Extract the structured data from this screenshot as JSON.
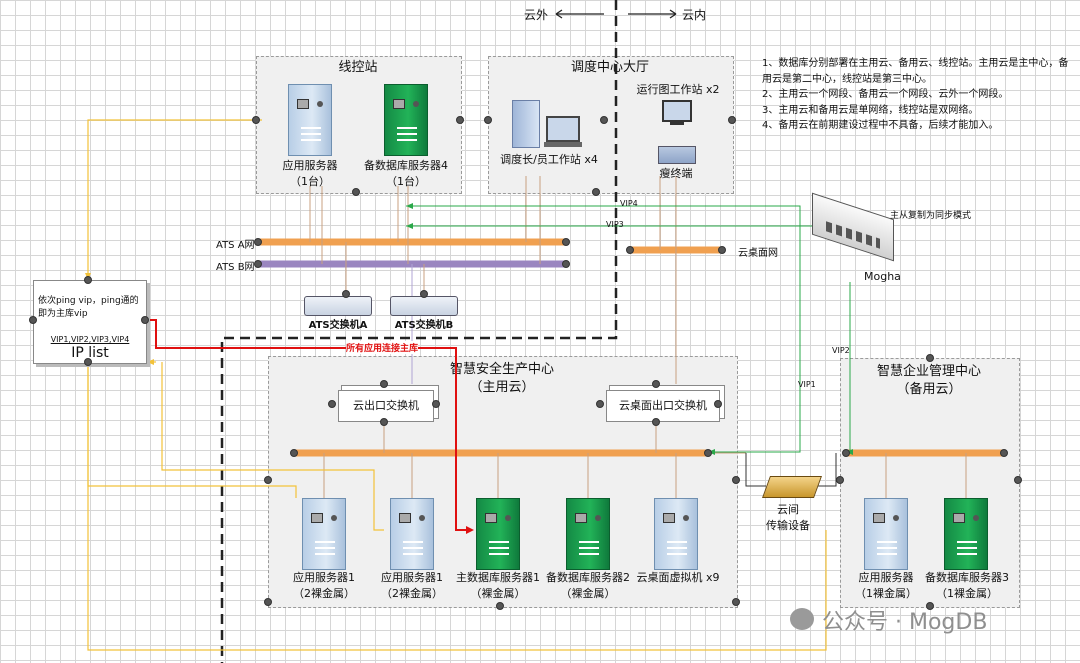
{
  "header": {
    "cloud_out": "云外",
    "cloud_in": "云内"
  },
  "groups": {
    "line_station": {
      "title": "线控站"
    },
    "dispatch": {
      "title": "调度中心大厅"
    },
    "main_cloud": {
      "title_line1": "智慧安全生产中心",
      "title_line2": "（主用云）"
    },
    "backup_cloud": {
      "title_line1": "智慧企业管理中心",
      "title_line2": "（备用云）"
    }
  },
  "servers": {
    "ls_app": {
      "line1": "应用服务器",
      "line2": "（1台）"
    },
    "ls_db": {
      "line1": "备数据库服务器4",
      "line2": "（1台）"
    },
    "mc_app1": {
      "line1": "应用服务器1",
      "line2": "（2裸金属）"
    },
    "mc_app2": {
      "line1": "应用服务器1",
      "line2": "（2裸金属）"
    },
    "mc_db1": {
      "line1": "主数据库服务器1",
      "line2": "（裸金属）"
    },
    "mc_db2": {
      "line1": "备数据库服务器2",
      "line2": "（裸金属）"
    },
    "mc_vdi": {
      "line1": "云桌面虚拟机 x9",
      "line2": ""
    },
    "bc_app": {
      "line1": "应用服务器",
      "line2": "（1裸金属）"
    },
    "bc_db": {
      "line1": "备数据库服务器3",
      "line2": "（1裸金属）"
    }
  },
  "workstations": {
    "dispatcher": "调度长/员工作站 x4",
    "ops": "运行图工作站 x2",
    "thin": "瘦终端"
  },
  "networks": {
    "ats_a": "ATS A网",
    "ats_b": "ATS B网",
    "cloud_desktop": "云桌面网",
    "ats_switch_a": "ATS交换机A",
    "ats_switch_b": "ATS交换机B"
  },
  "switches": {
    "cloud_exit": "云出口交换机",
    "cloud_desktop_exit": "云桌面出口交换机"
  },
  "transmission": {
    "line1": "云间",
    "line2": "传输设备"
  },
  "mogha": {
    "name": "Mogha",
    "note": "主从复制为同步模式"
  },
  "ip_list": {
    "desc": "依次ping vip，ping通的即为主库vip",
    "vips": "VIP1,VIP2,VIP3,VIP4",
    "title": "IP list"
  },
  "links": {
    "vip1": "VIP1",
    "vip2": "VIP2",
    "vip3": "VIP3",
    "vip4": "VIP4",
    "all_apps": "所有应用连接主库"
  },
  "notes": [
    "1、数据库分别部署在主用云、备用云、线控站。主用云是主中心，备用云是第二中心，线控站是第三中心。",
    "2、主用云一个网段、备用云一个网段、云外一个网段。",
    "3、主用云和备用云是单网络，线控站是双网络。",
    "4、备用云在前期建设过程中不具备，后续才能加入。"
  ],
  "watermark": "公众号 · MogDB",
  "colors": {
    "orange_bus": "#f0a050",
    "purple_bus": "#9a86c0",
    "green_link": "#2aa84a",
    "red_link": "#e01010",
    "yellow_link": "#f2c23a",
    "grey_link": "#c8a080"
  }
}
